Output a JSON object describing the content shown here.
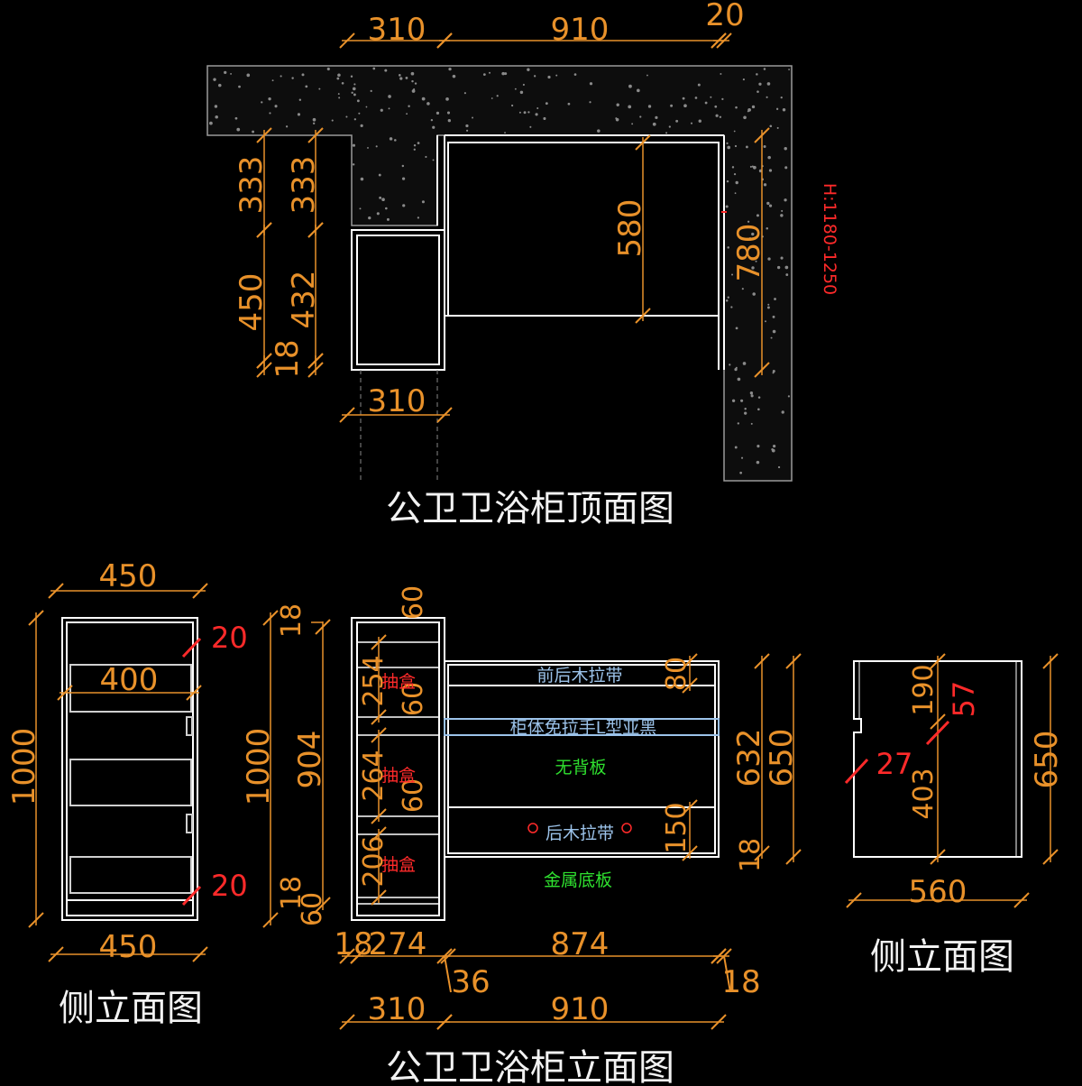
{
  "top_view": {
    "title": "公卫卫浴柜顶面图",
    "height_note": "H:1180-1250",
    "dims": {
      "top_left": "310",
      "top_mid": "910",
      "top_right": "20",
      "left_outer_1": "333",
      "left_outer_2": "450",
      "left_outer_3": "18",
      "left_inner_1": "333",
      "left_inner_2": "432",
      "depth_inner": "580",
      "depth_outer": "780",
      "bottom": "310"
    }
  },
  "side_view_left": {
    "title": "侧立面图",
    "dims": {
      "top": "450",
      "inner": "400",
      "height": "1000",
      "bottom": "450",
      "gap_top": "20",
      "gap_bottom": "20"
    }
  },
  "elevation": {
    "title": "公卫卫浴柜立面图",
    "dims": {
      "height": "1000",
      "inner_height": "904",
      "top_thk": "18",
      "bottom_thk": "18",
      "plinth": "60",
      "drawer_top_gap": "60",
      "drawer1": "254",
      "drawer1_gap": "60",
      "drawer2": "264",
      "drawer2_gap": "60",
      "drawer3": "206",
      "rail_top": "80",
      "rail_bottom": "150",
      "base": "18",
      "body_inner": "632",
      "body_outer": "650",
      "w_thk": "18",
      "w_col": "274",
      "w_body": "874",
      "w_36": "36",
      "w_18": "18",
      "w_total_left": "310",
      "w_total_right": "910"
    },
    "labels": {
      "drawer_1": "抽盒",
      "drawer_2": "抽盒",
      "drawer_3": "抽盒",
      "front_back_rail": "前后木拉带",
      "handle_free": "柜体免拉手L型亚黑",
      "no_back_panel": "无背板",
      "back_rail": "后木拉带",
      "metal_base": "金属底板"
    }
  },
  "side_view_right": {
    "title": "侧立面图",
    "dims": {
      "width": "560",
      "height": "650",
      "top": "190",
      "notch_h": "57",
      "notch_d": "27",
      "lower": "403"
    }
  },
  "colors": {
    "dimension": "#e8912a",
    "line": "#ffffff",
    "note": "#ff2a2a",
    "blue_label": "#9cc3ea",
    "green_label": "#2fe02f"
  }
}
